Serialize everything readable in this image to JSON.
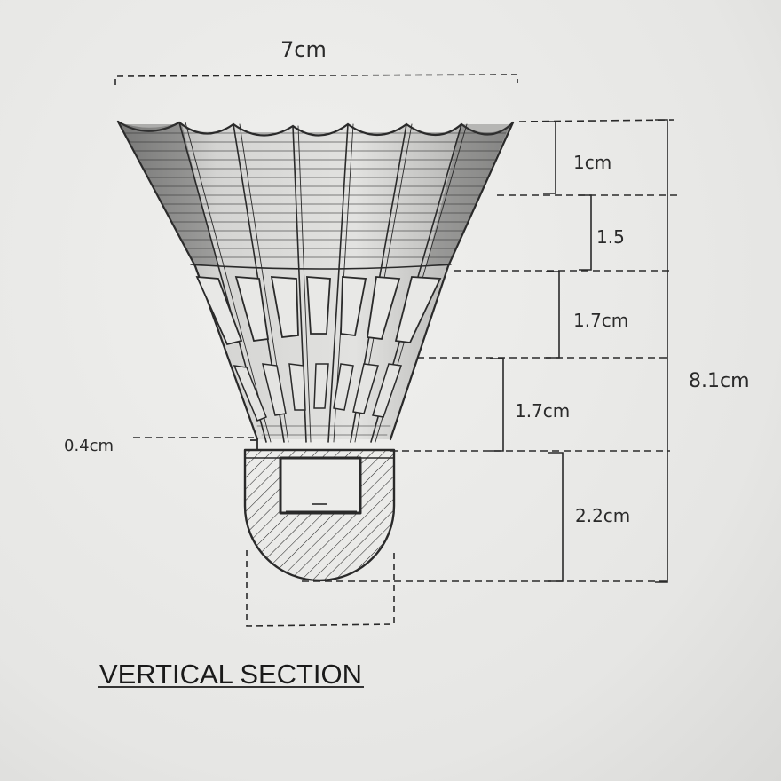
{
  "drawing": {
    "width_label": "7cm",
    "height_total_label": "8.1cm",
    "segments": [
      {
        "label": "1cm"
      },
      {
        "label": "1.5"
      },
      {
        "label": "1.7cm"
      },
      {
        "label": "1.7cm"
      },
      {
        "label": "2.2cm"
      }
    ],
    "rim_label": "0.4cm",
    "caption": "VERTICAL SECTION"
  },
  "colors": {
    "pencil": "#2a2a2a",
    "paper": "#ebebe9"
  }
}
